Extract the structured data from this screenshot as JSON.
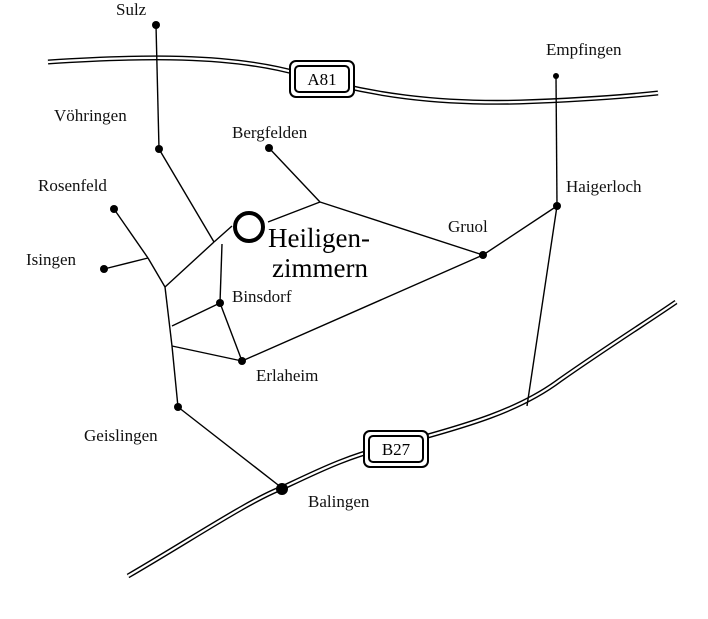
{
  "map": {
    "towns": [
      {
        "id": "sulz",
        "label": "Sulz"
      },
      {
        "id": "voehringen",
        "label": "Vöhringen"
      },
      {
        "id": "bergfelden",
        "label": "Bergfelden"
      },
      {
        "id": "rosenfeld",
        "label": "Rosenfeld"
      },
      {
        "id": "isingen",
        "label": "Isingen"
      },
      {
        "id": "binsdorf",
        "label": "Binsdorf"
      },
      {
        "id": "erlaheim",
        "label": "Erlaheim"
      },
      {
        "id": "geislingen",
        "label": "Geislingen"
      },
      {
        "id": "balingen",
        "label": "Balingen"
      },
      {
        "id": "gruol",
        "label": "Gruol"
      },
      {
        "id": "haigerloch",
        "label": "Haigerloch"
      },
      {
        "id": "empfingen",
        "label": "Empfingen"
      }
    ],
    "main_place": {
      "line1": "Heiligen-",
      "line2": "zimmern"
    },
    "highways": [
      {
        "id": "a81",
        "label": "A81"
      },
      {
        "id": "b27",
        "label": "B27"
      }
    ],
    "colors": {
      "ink": "#000000",
      "background": "#ffffff"
    }
  }
}
